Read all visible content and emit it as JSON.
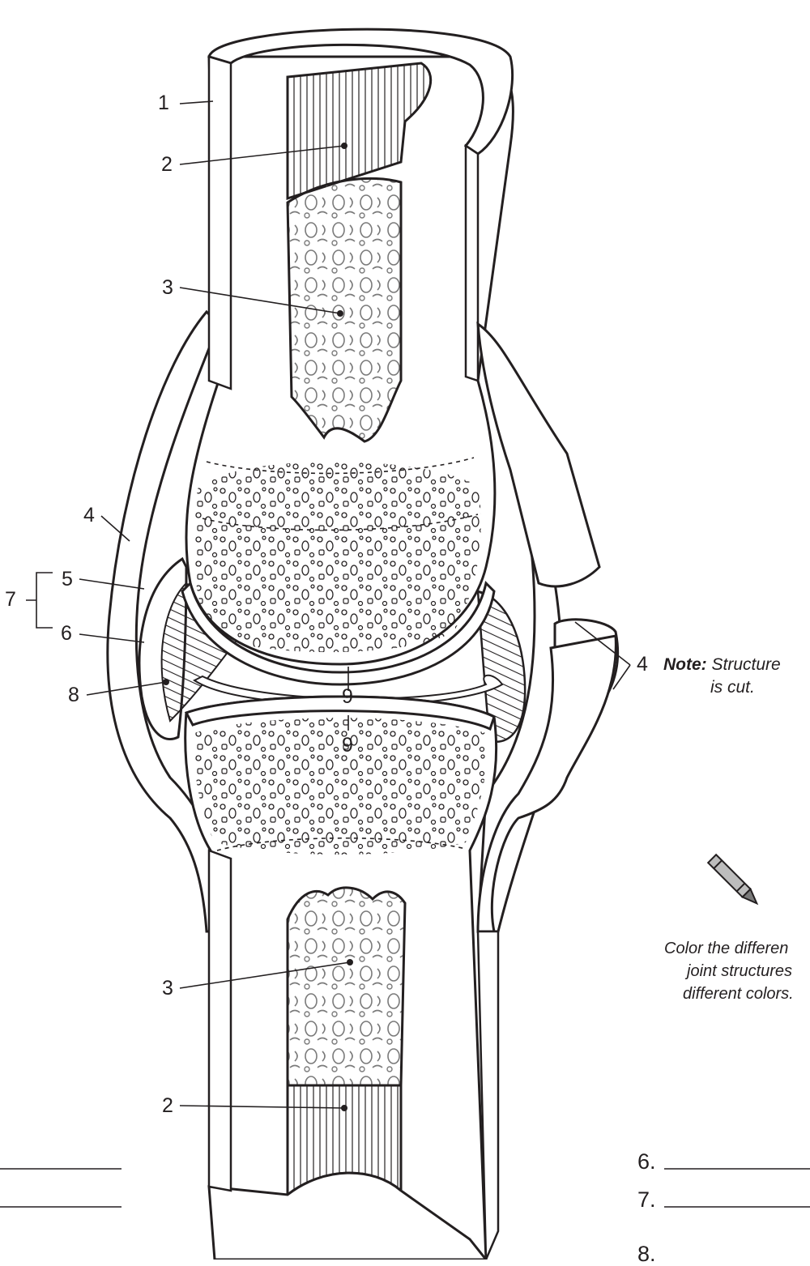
{
  "labels": {
    "l1": "1",
    "l2a": "2",
    "l2b": "2",
    "l3a": "3",
    "l3b": "3",
    "l4a": "4",
    "l4b": "4",
    "l5": "5",
    "l6": "6",
    "l7": "7",
    "l8": "8",
    "l9a": "9",
    "l9b": "9"
  },
  "note": {
    "prefix": "Note:",
    "text1": "Structure",
    "text2": "is cut."
  },
  "instruction": {
    "line1": "Color the differen",
    "line2": "joint structures",
    "line3": "different colors."
  },
  "answers": {
    "a6": "6.",
    "a7": "7.",
    "a8": "8."
  },
  "icons": [
    "crayon-icon"
  ]
}
